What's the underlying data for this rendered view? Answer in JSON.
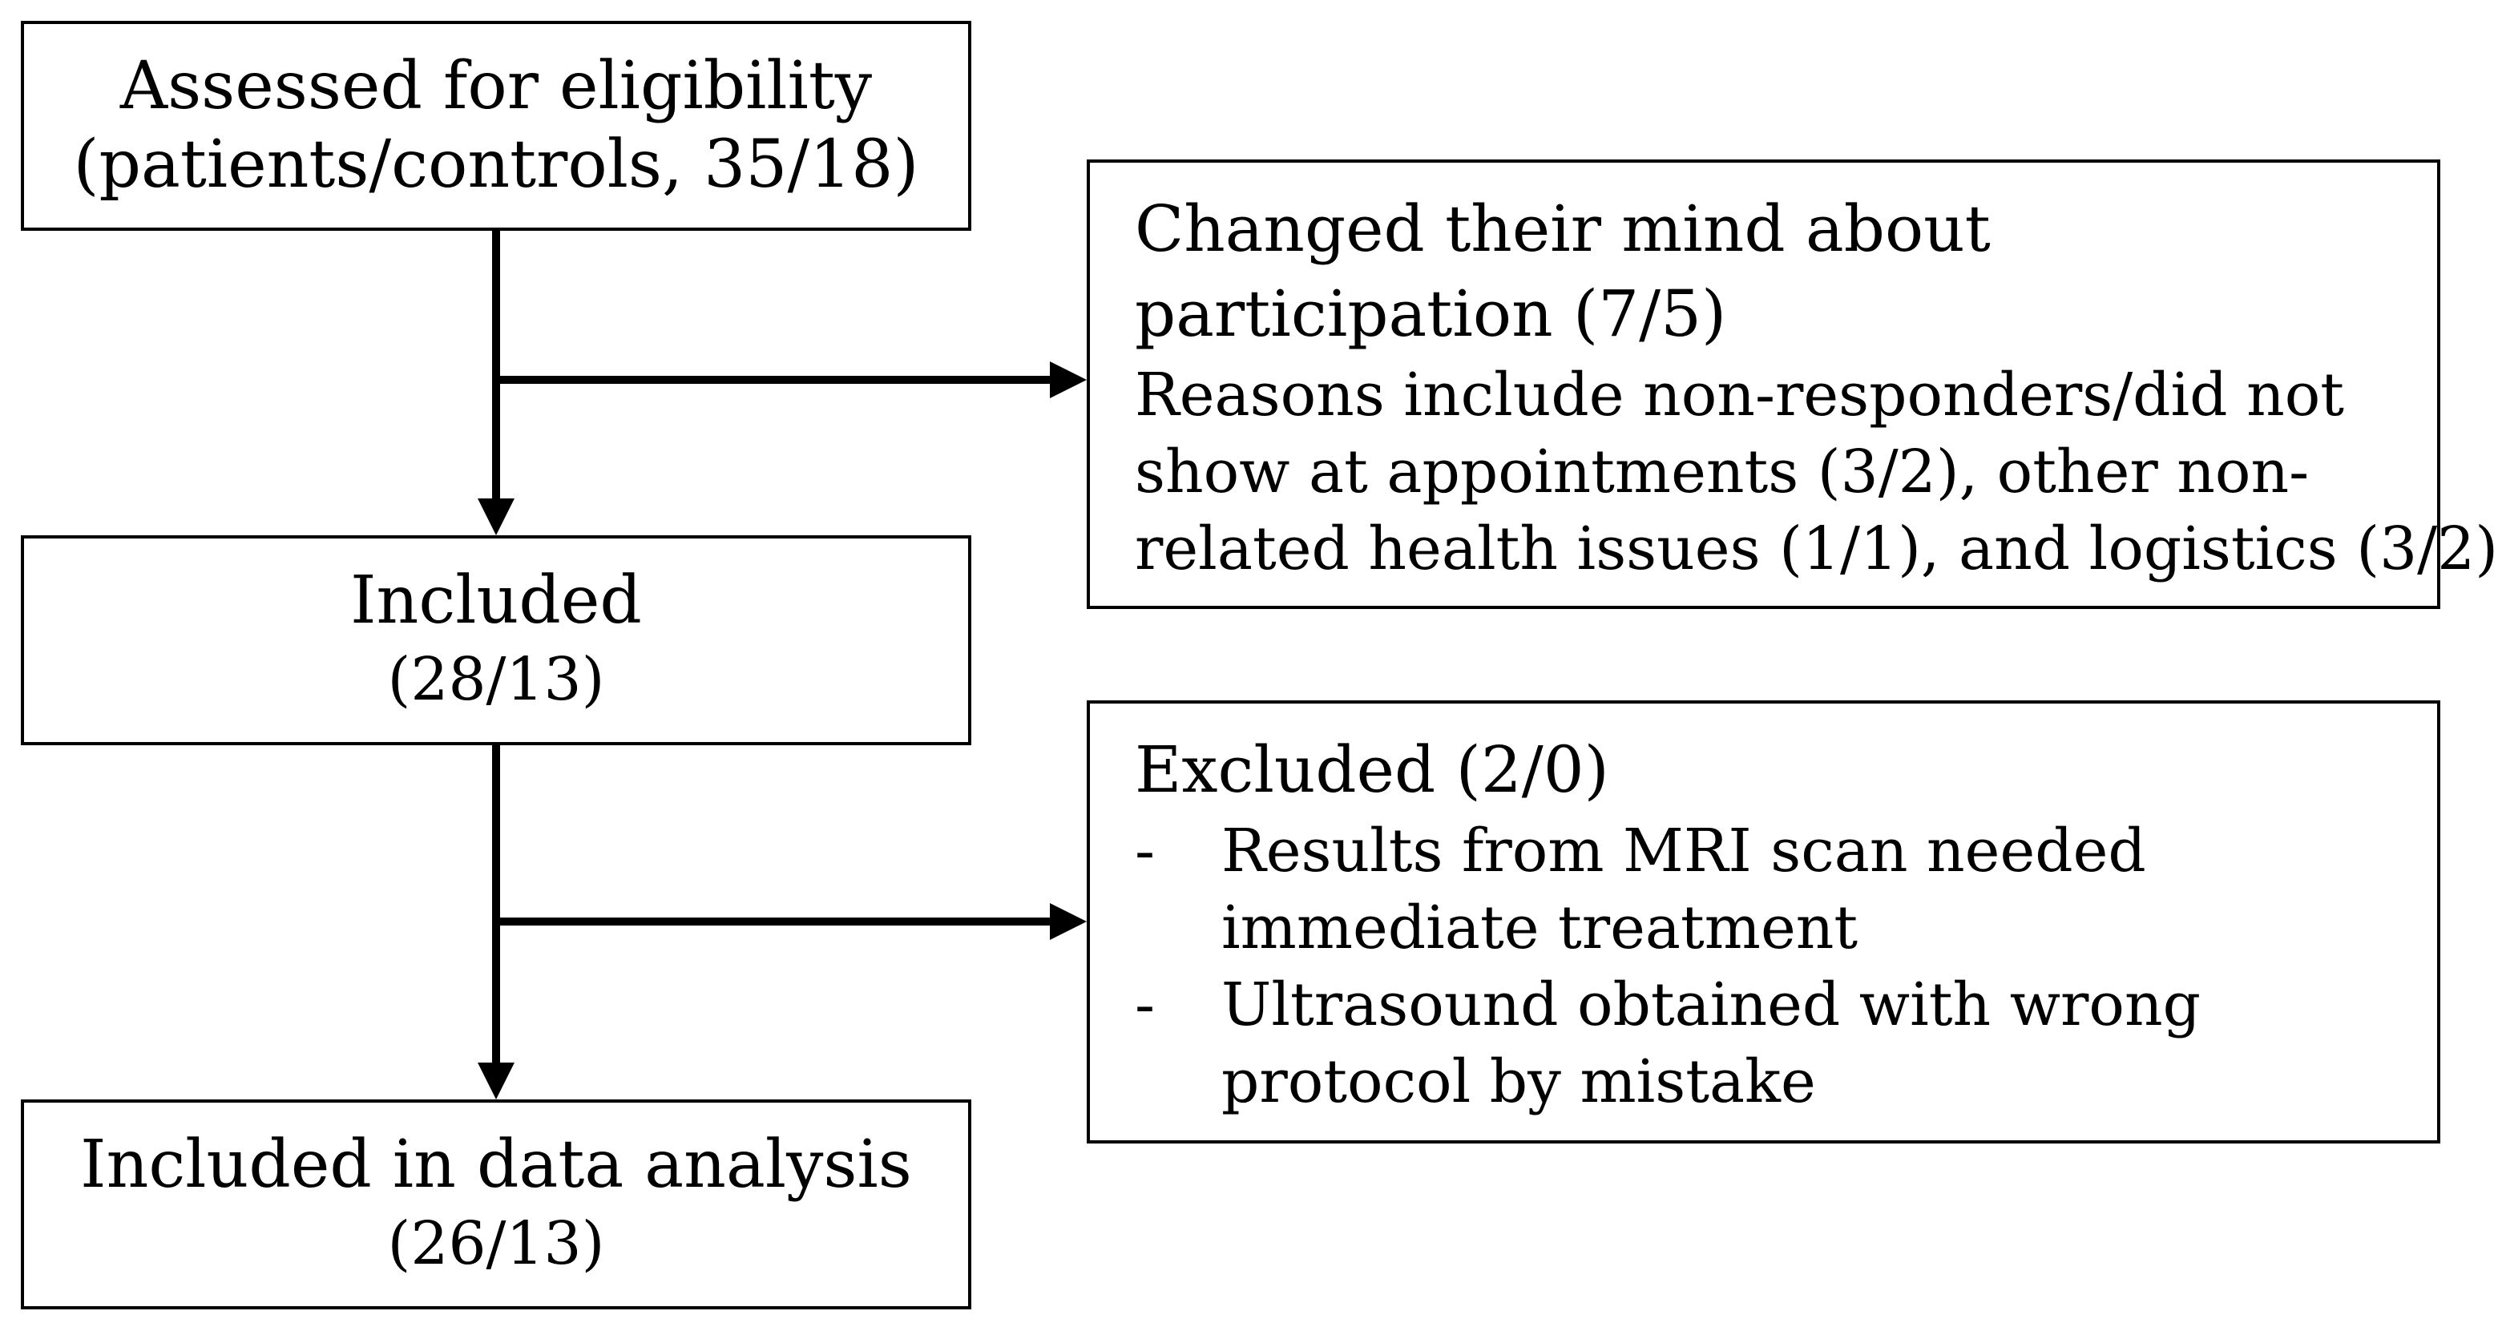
{
  "boxes": {
    "assessed": {
      "title": "Assessed for eligibility",
      "detail": "(patients/controls, 35/18)"
    },
    "included": {
      "title": "Included",
      "detail": "(28/13)"
    },
    "analysis": {
      "title": "Included in data analysis",
      "detail": "(26/13)"
    },
    "changed": {
      "lines": [
        "Changed their mind about",
        "participation (7/5)",
        "Reasons include non-responders/did not",
        "show at appointments (3/2), other non-",
        "related health issues (1/1), and logistics (3/2)"
      ]
    },
    "excluded": {
      "title": "Excluded (2/0)",
      "bullet_marker": "-",
      "bullets": [
        {
          "lines": [
            "Results from MRI scan needed",
            "immediate treatment"
          ]
        },
        {
          "lines": [
            "Ultrasound obtained with wrong",
            "protocol by mistake"
          ]
        }
      ]
    }
  }
}
